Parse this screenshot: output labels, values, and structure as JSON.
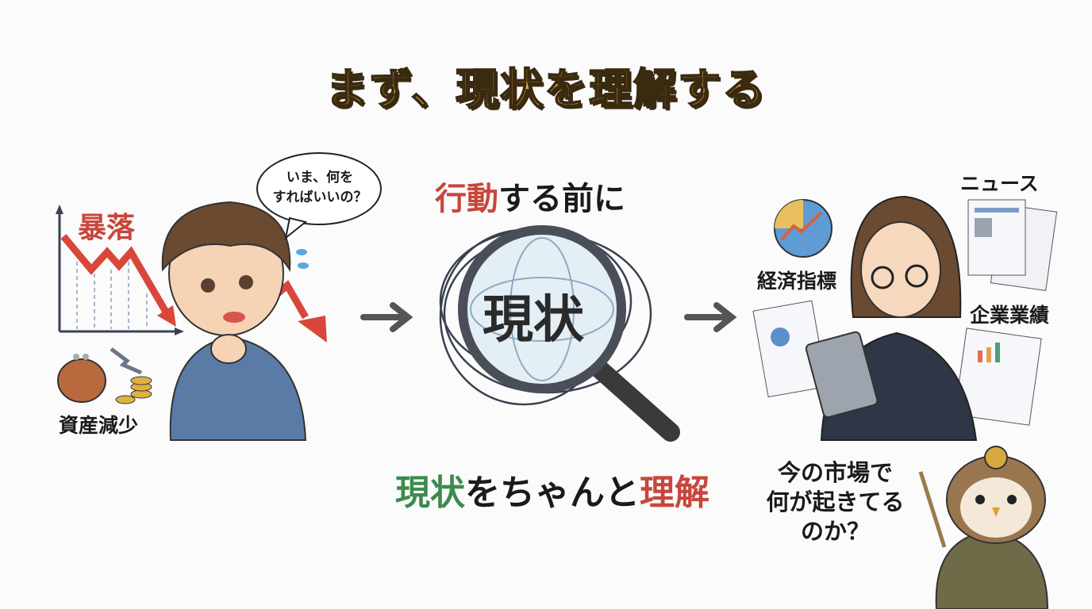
{
  "title": "まず、現状を理解する",
  "left_panel": {
    "crash_label": "暴落",
    "speech_bubble": [
      "いま、何を",
      "すればいいの？"
    ],
    "asset_label": "資産減少"
  },
  "center_panel": {
    "heading_highlight": "行動",
    "heading_rest": "する前に",
    "magnifier_text": "現状",
    "bottom_part1": "現状",
    "bottom_part2": "をちゃんと",
    "bottom_part3": "理解"
  },
  "right_panel": {
    "news_label": "ニュース",
    "economic_label": "経済指標",
    "earnings_label": "企業業績",
    "owl_question": [
      "今の市場で",
      "何が起きてる",
      "のか？"
    ]
  },
  "colors": {
    "title": "#e6ad4e",
    "accent_red": "#c8463c",
    "accent_green": "#3d8a4e",
    "arrow": "#555555"
  }
}
